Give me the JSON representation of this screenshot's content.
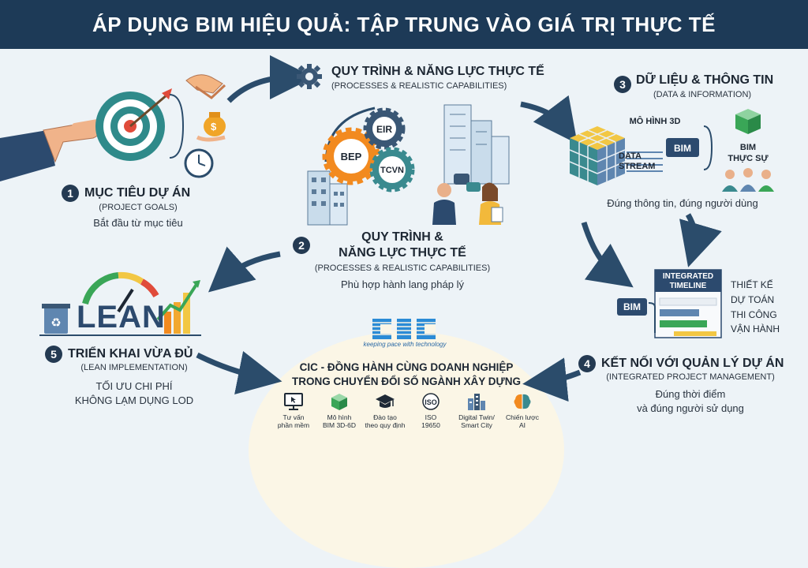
{
  "title": "ÁP DỤNG BIM HIỆU QUẢ: TẬP TRUNG VÀO GIÁ TRỊ THỰC TẾ",
  "colors": {
    "header_bg": "#1d3a57",
    "accent_orange": "#f28a1f",
    "accent_teal": "#3a8a8f",
    "green": "#3aa657",
    "arrow": "#2b4c6b"
  },
  "section1": {
    "number": "1",
    "title": "MỤC TIÊU DỰ ÁN",
    "subtitle": "(PROJECT GOALS)",
    "desc": "Bắt đầu từ mục tiêu"
  },
  "top_process": {
    "title": "QUY TRÌNH & NĂNG LỰC THỰC TẾ",
    "subtitle": "(PROCESSES & REALISTIC CAPABILITIES)",
    "icon": "gear-icon"
  },
  "gears": {
    "g1": "EIR",
    "g2": "BEP",
    "g3": "TCVN"
  },
  "section2": {
    "number": "2",
    "title_line1": "QUY TRÌNH &",
    "title_line2": "NĂNG LỰC THỰC TẾ",
    "subtitle": "(PROCESSES & REALISTIC CAPABILITIES)",
    "desc": "Phù hợp hành lang pháp lý"
  },
  "section3": {
    "number": "3",
    "title": "DỮ LIỆU & THÔNG TIN",
    "subtitle": "(DATA & INFORMATION)",
    "model_label": "MÔ HÌNH 3D",
    "stream_label_1": "DATA",
    "stream_label_2": "STREAM",
    "bim_label": "BIM",
    "real_bim_1": "BIM",
    "real_bim_2": "THỰC SỰ",
    "desc": "Đúng thông tin, đúng người dùng"
  },
  "timeline": {
    "bim_label": "BIM",
    "title_1": "INTEGRATED",
    "title_2": "TIMELINE",
    "rows": [
      "THIẾT KẾ",
      "DỰ TOÁN",
      "THI CÔNG",
      "VẬN HÀNH"
    ]
  },
  "section4": {
    "number": "4",
    "title": "KẾT NỐI VỚI QUẢN LÝ DỰ ÁN",
    "subtitle": "(INTEGRATED PROJECT MANAGEMENT)",
    "desc1": "Đúng thời điểm",
    "desc2": "và đúng người sử dụng"
  },
  "section5": {
    "number": "5",
    "title": "TRIỂN KHAI VỪA ĐỦ",
    "subtitle": "(LEAN IMPLEMENTATION)",
    "desc1": "TỐI ƯU CHI PHÍ",
    "desc2": "KHÔNG LẠM DỤNG LOD",
    "lean_word": "LEAN"
  },
  "cic": {
    "logo": "CIC",
    "tagline": "keeping pace with technology",
    "title1": "CIC - ĐỒNG HÀNH CÙNG DOANH NGHIỆP",
    "title2": "TRONG CHUYỂN ĐỔI SỐ NGÀNH XÂY DỰNG"
  },
  "services": [
    {
      "label": "Tư vấn\nphần mềm",
      "icon": "monitor-icon"
    },
    {
      "label": "Mô hình\nBIM 3D-6D",
      "icon": "cube-icon"
    },
    {
      "label": "Đào tạo\ntheo quy định",
      "icon": "graduation-cap-icon"
    },
    {
      "label": "ISO\n19650",
      "icon": "iso-icon",
      "badge": "ISO"
    },
    {
      "label": "Digital Twin/\nSmart City",
      "icon": "city-icon"
    },
    {
      "label": "Chiến lược\nAI",
      "icon": "brain-icon"
    }
  ]
}
